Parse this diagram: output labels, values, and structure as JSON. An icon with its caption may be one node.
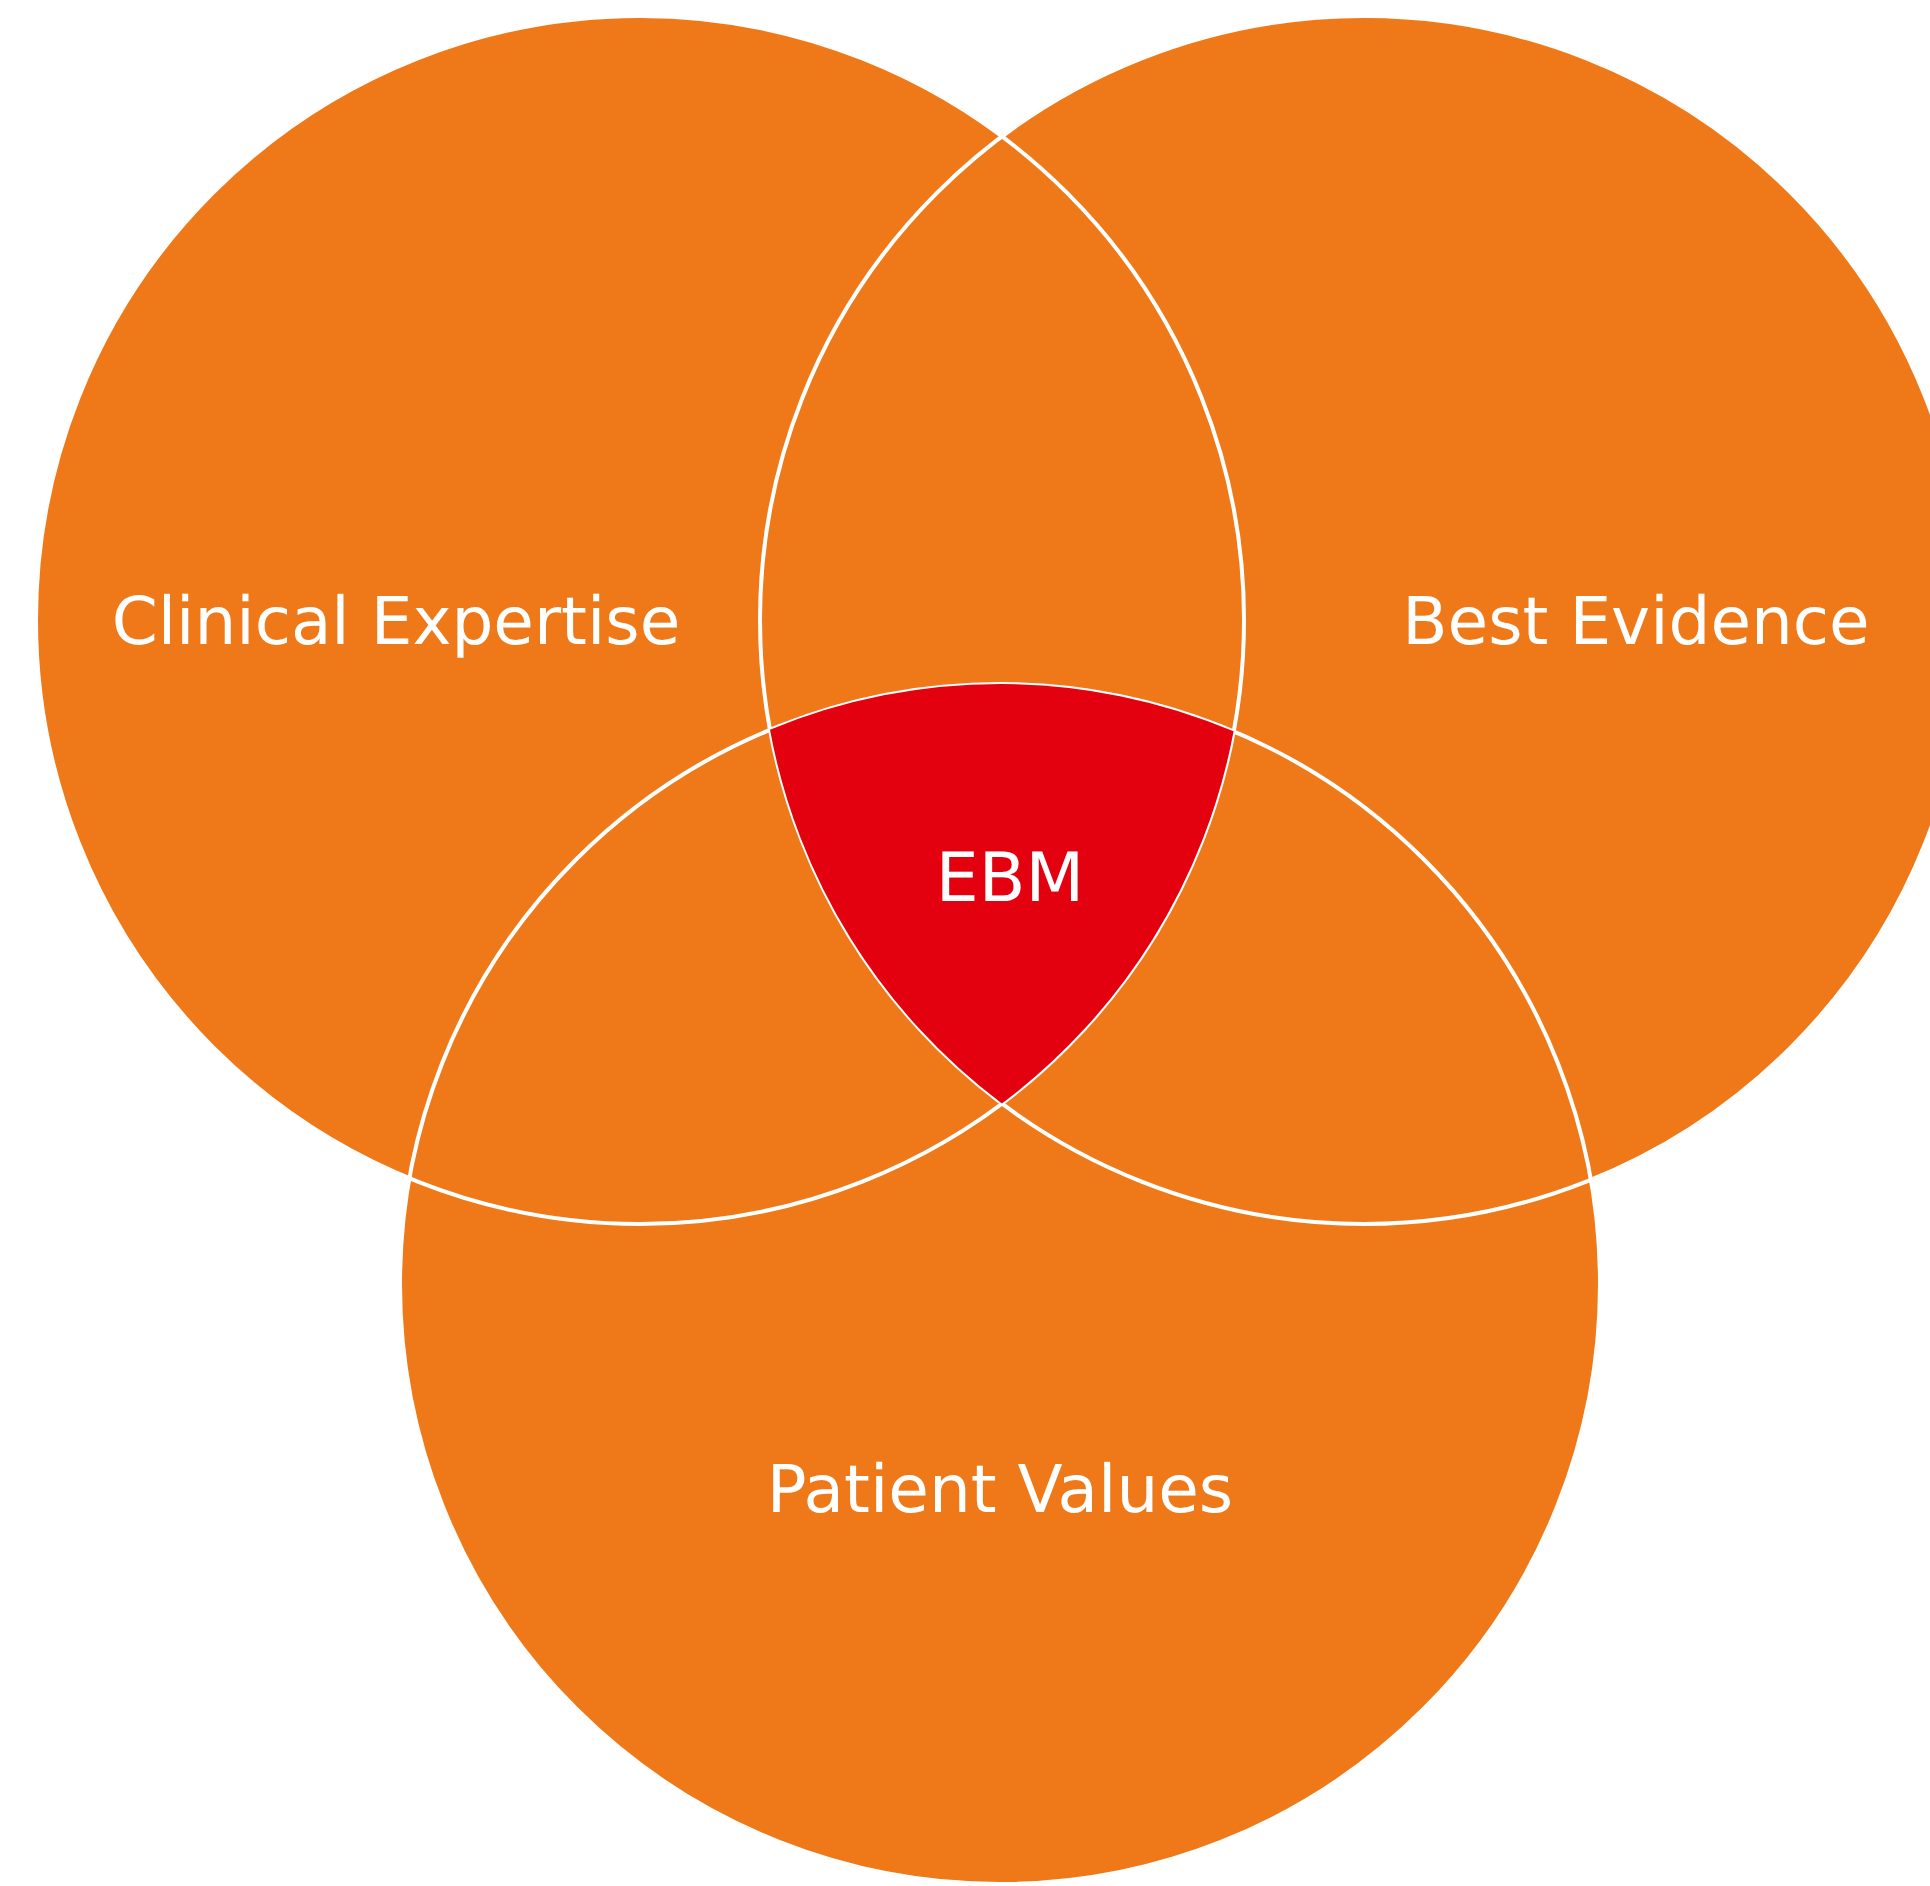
{
  "diagram": {
    "nodes": [
      {
        "text": [
          "Clinical Expertise"
        ]
      },
      {
        "text": [
          "Best Evidence"
        ]
      },
      {
        "text": [
          "Patient Values"
        ]
      },
      {
        "text": [
          "EBM"
        ]
      }
    ]
  }
}
